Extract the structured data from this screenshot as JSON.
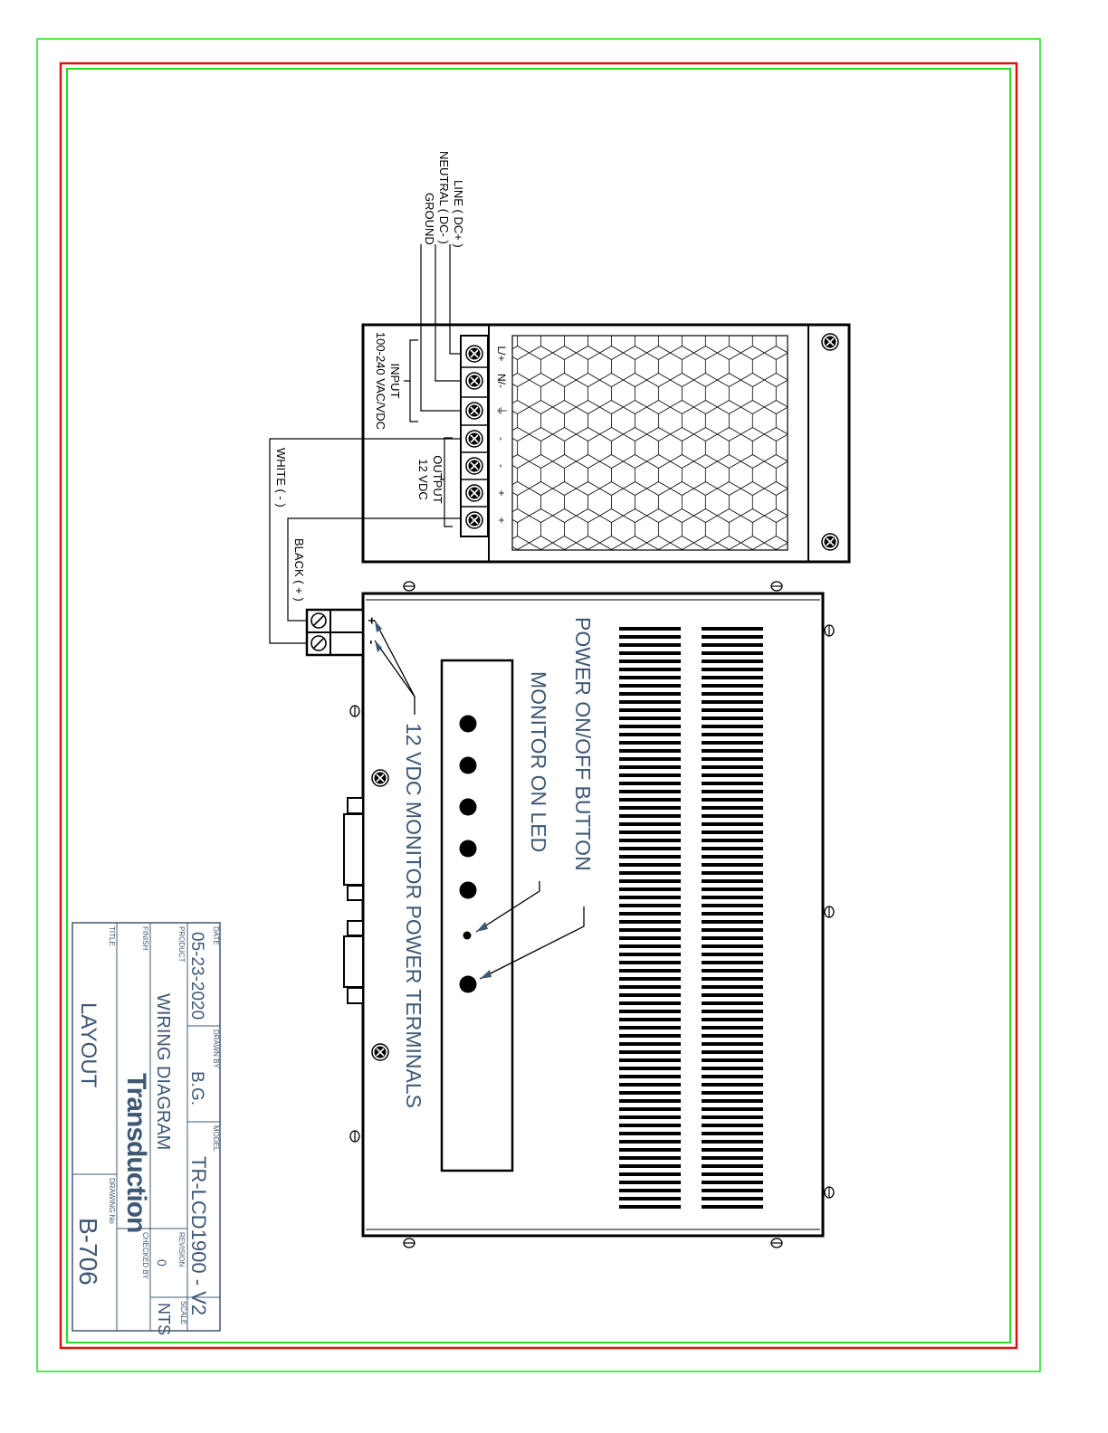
{
  "colors": {
    "outer_border": "#22dd22",
    "red_border": "#dd1111",
    "inner_border": "#22dd22",
    "line": "#000000",
    "callout_text": "#3f5873",
    "title_block_line": "#3f5873"
  },
  "power_supply": {
    "source_labels": [
      "LINE ( DC+ )",
      "NEUTRAL ( DC- )",
      "GROUND"
    ],
    "terminal_marks": [
      "L/+",
      "N/-",
      "⏚",
      "-",
      "-",
      "+",
      "+"
    ],
    "input_label": "INPUT",
    "input_spec": "100-240 VAC/VDC",
    "output_label": "OUTPUT",
    "output_spec": "12 VDC"
  },
  "wires": {
    "white": "WHITE ( - )",
    "black": "BLACK ( + )"
  },
  "monitor": {
    "terminal_plus": "+",
    "terminal_minus": "-",
    "callouts": {
      "power_button": "POWER ON/OFF BUTTON",
      "led": "MONITOR ON LED",
      "terminals": "12 VDC MONITOR POWER TERMINALS"
    }
  },
  "title_block": {
    "date_label": "DATE",
    "date": "05-23-2020",
    "drawn_by_label": "DRAWN BY",
    "drawn_by": "B.G.",
    "model_label": "MODEL",
    "model": "TR-LCD1900 - V2",
    "scale_label": "SCALE",
    "scale": "NTS",
    "product_label": "PRODUCT",
    "product": "WIRING DIAGRAM",
    "revision_label": "REVISION",
    "revision": "0",
    "finish_label": "FINISH",
    "logo_text": "Transduction",
    "checked_by_label": "CHECKED BY",
    "title_label": "TITLE",
    "title": "LAYOUT",
    "drawing_no_label": "DRAWING No",
    "drawing_no": "B-706"
  }
}
